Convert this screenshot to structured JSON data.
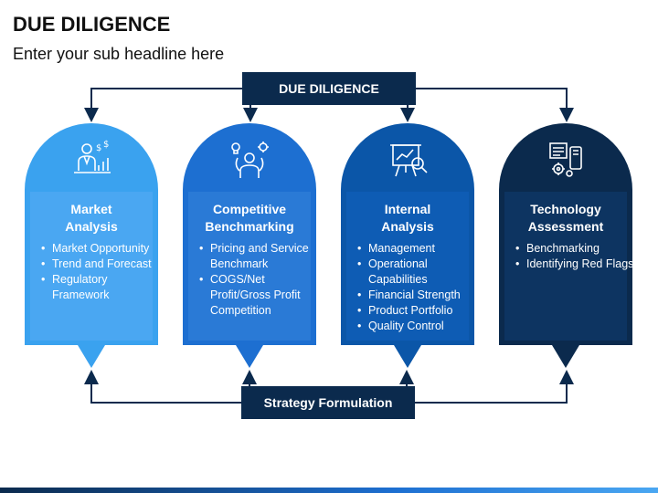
{
  "title": "DUE DILIGENCE",
  "subtitle": "Enter your sub headline here",
  "top_box": "DUE DILIGENCE",
  "bottom_box": "Strategy Formulation",
  "colors": {
    "dark": "#0b2a4d",
    "card1_top": "#3aa2ef",
    "card1_bottom": "#4aa7f2",
    "card2_top": "#1d6fd1",
    "card2_bottom": "#2a7ad6",
    "card3_top": "#0b56a8",
    "card3_bottom": "#0e5cb4",
    "card4_top": "#0b2a4d",
    "card4_bottom": "#0d3461"
  },
  "cards": [
    {
      "icon": "investor-money-icon",
      "heading": "Market\nAnalysis",
      "items": [
        "Market Opportunity",
        "Trend and Forecast",
        "Regulatory Framework"
      ]
    },
    {
      "icon": "person-ideas-icon",
      "heading": "Competitive\nBenchmarking",
      "items": [
        "Pricing and Service Benchmark",
        "COGS/Net Profit/Gross Profit Competition"
      ]
    },
    {
      "icon": "presentation-analysis-icon",
      "heading": "Internal\nAnalysis",
      "items": [
        "Management",
        "Operational Capabilities",
        "Financial Strength",
        "Product Portfolio",
        "Quality Control"
      ]
    },
    {
      "icon": "technology-gears-icon",
      "heading": "Technology\nAssessment",
      "items": [
        "Benchmarking",
        "Identifying Red Flags"
      ]
    }
  ]
}
